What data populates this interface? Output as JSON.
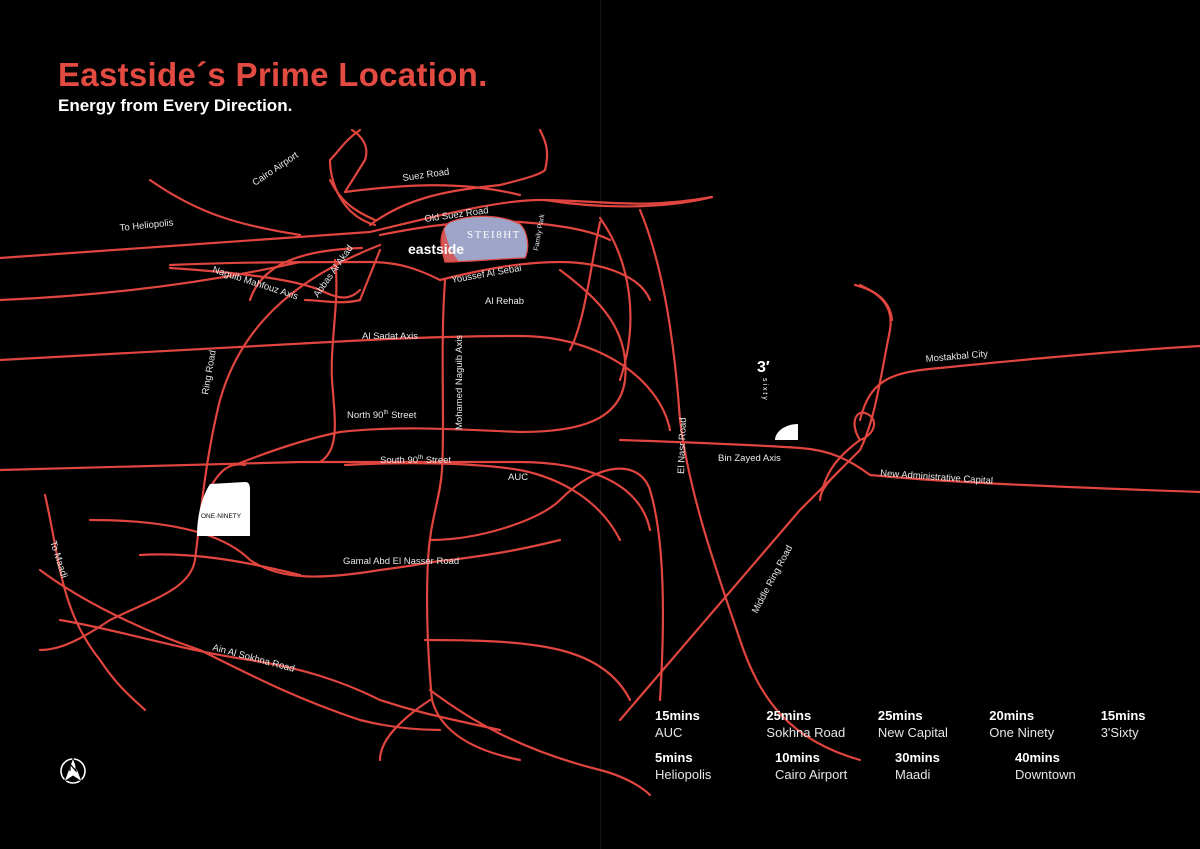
{
  "header": {
    "title": "Eastside´s Prime Location.",
    "subtitle": "Energy from Every Direction."
  },
  "map_labels": {
    "cairo_airport": "Cairo Airport",
    "suez_road": "Suez Road",
    "to_heliopolis": "To Heliopolis",
    "old_suez_road": "Old Suez Road",
    "family_park": "Family Park",
    "naguib_mahfouz_axis": "Naguib Mahfouz Axis",
    "abbas_al_akad": "Abbas Al Akad",
    "youssef_al_sebai": "Youssef Al Sebai",
    "al_rehab": "Al Rehab",
    "al_sadat_axis": "Al Sadat Axis",
    "ring_road": "Ring Road",
    "mohamed_naguib_axis": "Mohamed Naguib Axis",
    "north_90": "North 90",
    "south_90": "South 90",
    "ordinal_th": "th",
    "street": "Street",
    "auc": "AUC",
    "el_nasr_road": "El Nasr Road",
    "bin_zayed_axis": "Bin Zayed Axis",
    "mostakbal_city": "Mostakbal City",
    "new_administrative_capital": "New Administrative Capital",
    "to_maadi": "To Maadi",
    "gamal_abd_el_nasser_road": "Gamal Abd El Nasser Road",
    "ain_al_sokhna_road": "Ain Al Sokhna Road",
    "middle_ring_road": "Middle Ring Road",
    "one_ninety": "ONE·NINETY"
  },
  "markers": {
    "eastside_logo": "eastside",
    "steight_logo": "STEI8HT",
    "three_sixty_logo": "3′",
    "three_sixty_sub": "s i x t y"
  },
  "travel_times": [
    [
      {
        "time": "15mins",
        "place": "AUC"
      },
      {
        "time": "25mins",
        "place": "Sokhna Road"
      },
      {
        "time": "25mins",
        "place": "New Capital"
      },
      {
        "time": "20mins",
        "place": "One Ninety"
      },
      {
        "time": "15mins",
        "place": "3'Sixty"
      }
    ],
    [
      {
        "time": "5mins",
        "place": "Heliopolis"
      },
      {
        "time": "10mins",
        "place": "Cairo Airport"
      },
      {
        "time": "30mins",
        "place": "Maadi"
      },
      {
        "time": "40mins",
        "place": "Downtown"
      }
    ]
  ],
  "colors": {
    "road": "#e0453f",
    "title": "#e34b42",
    "background": "#000000",
    "steight_fill": "#9ea5c8"
  },
  "icons": {
    "compass": "north-arrow-icon"
  }
}
